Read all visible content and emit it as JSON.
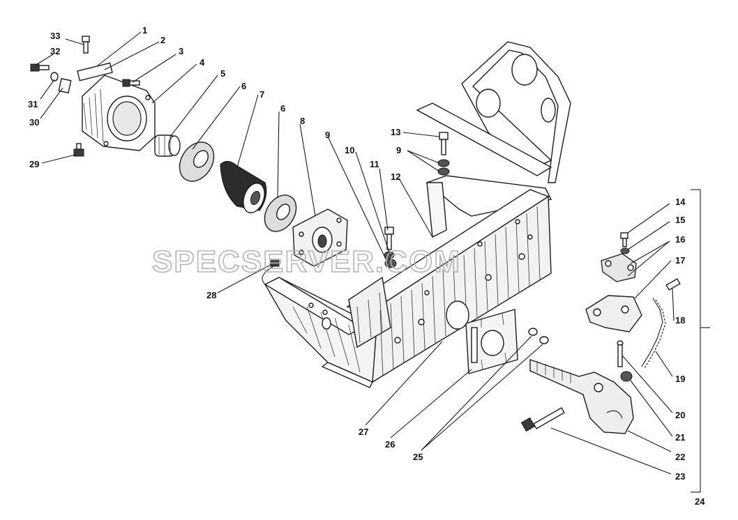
{
  "labels": [
    {
      "id": "l33",
      "text": "33"
    },
    {
      "id": "l1",
      "text": "1"
    },
    {
      "id": "l2",
      "text": "2"
    },
    {
      "id": "l32",
      "text": "32"
    },
    {
      "id": "l3",
      "text": "3"
    },
    {
      "id": "l4",
      "text": "4"
    },
    {
      "id": "l5",
      "text": "5"
    },
    {
      "id": "l6a",
      "text": "6"
    },
    {
      "id": "l7",
      "text": "7"
    },
    {
      "id": "l31",
      "text": "31"
    },
    {
      "id": "l30",
      "text": "30"
    },
    {
      "id": "l6b",
      "text": "6"
    },
    {
      "id": "l8",
      "text": "8"
    },
    {
      "id": "l9a",
      "text": "9"
    },
    {
      "id": "l10",
      "text": "10"
    },
    {
      "id": "l13",
      "text": "13"
    },
    {
      "id": "l9b",
      "text": "9"
    },
    {
      "id": "l11",
      "text": "11"
    },
    {
      "id": "l12",
      "text": "12"
    },
    {
      "id": "l29",
      "text": "29"
    },
    {
      "id": "l14",
      "text": "14"
    },
    {
      "id": "l15",
      "text": "15"
    },
    {
      "id": "l16",
      "text": "16"
    },
    {
      "id": "l17",
      "text": "17"
    },
    {
      "id": "l18",
      "text": "18"
    },
    {
      "id": "l28",
      "text": "28"
    },
    {
      "id": "l19",
      "text": "19"
    },
    {
      "id": "l20",
      "text": "20"
    },
    {
      "id": "l21",
      "text": "21"
    },
    {
      "id": "l27",
      "text": "27"
    },
    {
      "id": "l22",
      "text": "22"
    },
    {
      "id": "l26",
      "text": "26"
    },
    {
      "id": "l25",
      "text": "25"
    },
    {
      "id": "l23",
      "text": "23"
    },
    {
      "id": "l24",
      "text": "24"
    }
  ],
  "watermark": "SPECSERVER.COM",
  "colors": {
    "ink": "#1a1a1a",
    "watermark": "#b4b4b4",
    "paper": "#ffffff"
  }
}
